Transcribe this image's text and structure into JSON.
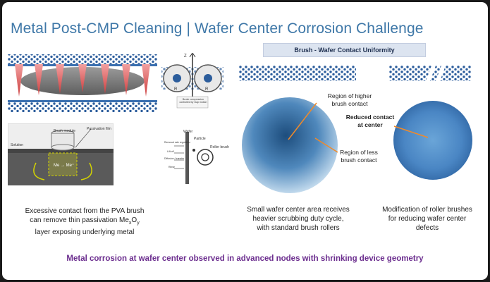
{
  "title": "Metal Post-CMP Cleaning | Wafer Center Corrosion Challenge",
  "banner": "Brush - Wafer Contact Uniformity",
  "captions": {
    "left_line1": "Excessive contact from the PVA brush",
    "left_line2_pre": "can remove thin passivation Me",
    "left_sub_x": "x",
    "left_o": "O",
    "left_sub_y": "y",
    "left_line3": "layer exposing underlying metal",
    "mid_line1": "Small wafer center area receives",
    "mid_line2": "heavier scrubbing duty cycle,",
    "mid_line3": "with standard brush rollers",
    "right_line1": "Modification of roller brushes",
    "right_line2": "for reducing wafer center",
    "right_line3": "defects"
  },
  "wafer_labels": {
    "higher_line1": "Region of higher",
    "higher_line2": "brush contact",
    "less_line1": "Region of less",
    "less_line2": "brush contact",
    "reduced_line1": "Reduced contact",
    "reduced_line2": "at center"
  },
  "passivation": {
    "brush_module": "Brush module",
    "passivation_film": "Passivation film",
    "solution": "Solution",
    "reaction": "Me → Me⁺"
  },
  "roller": {
    "wafer": "Wafer",
    "particle": "Particle",
    "roller_brush": "Roller brush",
    "label_a": "Removal rate regulation",
    "label_b": "Lift off",
    "label_c": "Diffusion / transfer",
    "label_d": "Rinse"
  },
  "rollers_top": {
    "z": "Z",
    "r_left": "R",
    "r_right": "R",
    "note": "Brush compression controlled by Gap motion"
  },
  "bottom_text": "Metal corrosion at wafer center observed in advanced nodes with shrinking device geometry",
  "colors": {
    "title": "#3f78a8",
    "bottom": "#6b2d8e",
    "brush_blue": "#2c5d9c",
    "cone": "#e06a6a"
  }
}
